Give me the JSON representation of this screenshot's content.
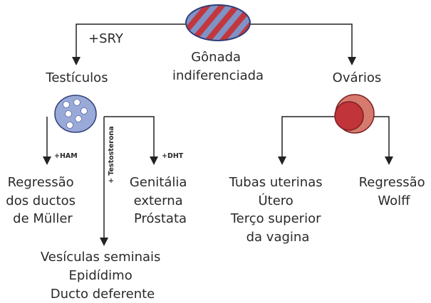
{
  "colors": {
    "stripe_red": "#c2373d",
    "stripe_blue": "#7f93c6",
    "testis_fill": "#9aaad8",
    "testis_stroke": "#2e3e7a",
    "testis_cells": "#ffffff",
    "ovary_fill": "#d57a6c",
    "ovary_dark": "#c1343a",
    "line": "#222222"
  },
  "labels": {
    "gonad": [
      "Gônada",
      "indiferenciada"
    ],
    "sry": "+SRY",
    "testis": "Testículos",
    "ovary": "Ovários",
    "ham": "+HAM",
    "testosterone": "+ Testosterona",
    "dht": "+DHT",
    "muller": [
      "Regressão",
      "dos ductos",
      "de Müller"
    ],
    "genitalia": [
      "Genitália",
      "externa",
      "Próstata"
    ],
    "wolff_derivatives": [
      "Vesículas seminais",
      "Epidídimo",
      "Ducto deferente"
    ],
    "female_tracts": [
      "Tubas uterinas",
      "Útero",
      "Terço superior",
      "da vagina"
    ],
    "wolff_regression": [
      "Regressão",
      "Wolff"
    ]
  },
  "icons": {
    "gonad": "striped-oval-icon",
    "testis": "testis-icon",
    "ovary": "ovary-icon"
  }
}
